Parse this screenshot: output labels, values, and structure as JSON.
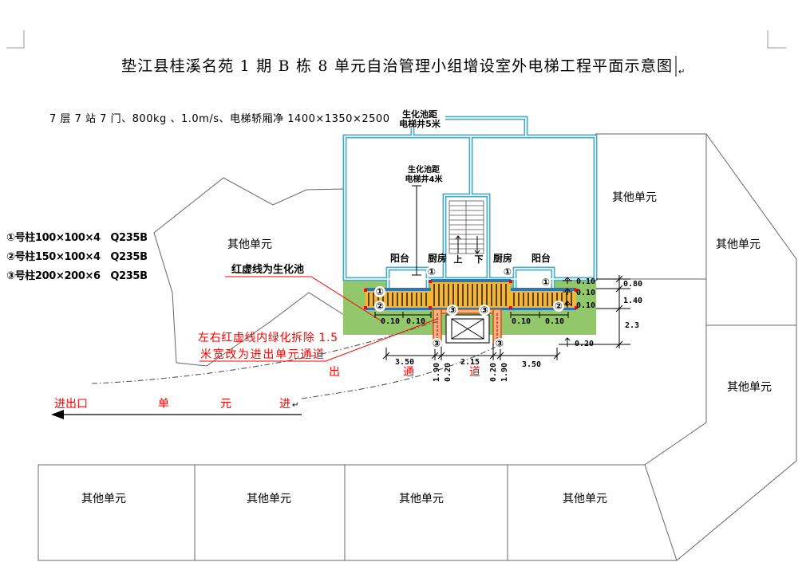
{
  "document": {
    "title": "垫江县桂溪名苑 1 期 B 栋 8 单元自治管理小组增设室外电梯工程平面示意图",
    "paragraph_mark": "↵"
  },
  "spec": "7 层 7 站 7 门、800kg 、1.0m/s、电梯轿厢净 1400×1350×2500",
  "septic_note_top": [
    "生化池距",
    "电梯井5米"
  ],
  "septic_note_mid": [
    "生化池距",
    "电梯井4米"
  ],
  "columns": [
    "①号柱100×100×4　Q235B",
    "②号柱150×100×4　Q235B",
    "③号柱200×200×6　Q235B"
  ],
  "other_units": [
    "其他单元",
    "其他单元",
    "其他单元",
    "其他单元",
    "其他单元",
    "其他单元",
    "其他单元",
    "其他单元"
  ],
  "rooms": {
    "balcony": "阳台",
    "kitchen": "厨房",
    "stair_up": "上",
    "stair_down": "下"
  },
  "markers": {
    "col1": "①",
    "col2": "②",
    "col3": "③"
  },
  "annotations": {
    "red_dash_legend": "红虚线为生化池",
    "greening_note": [
      "左右红虚线内绿化拆除 1.5",
      "米宽改为进出单元通道"
    ],
    "passage": [
      "出",
      "通",
      "道"
    ]
  },
  "dimensions": {
    "right_stack": [
      "0.10",
      "0.10",
      "0.10"
    ],
    "right_total": [
      "0.80",
      "1.40",
      "2.3"
    ],
    "right_bottom": "0.20",
    "walkway_gaps": [
      "0.10",
      "0.10",
      "0.10",
      "0.10"
    ],
    "bottom": [
      "3.50",
      "2.15",
      "3.50"
    ],
    "vertical": [
      "1.90",
      "0.20",
      "0.20",
      "1.90"
    ]
  },
  "entrance": {
    "label": "进出口",
    "words": [
      "单",
      "元",
      "进"
    ],
    "paragraph_mark": "↵"
  },
  "colors": {
    "wall": "#4bacc6",
    "green": "#93c76b",
    "deck": "#f5b731",
    "deck_edge": "#2e75b6",
    "frame": "#c55a11",
    "frame_fill": "#f4b183",
    "red": "#ff0000",
    "outline": "#666666"
  }
}
